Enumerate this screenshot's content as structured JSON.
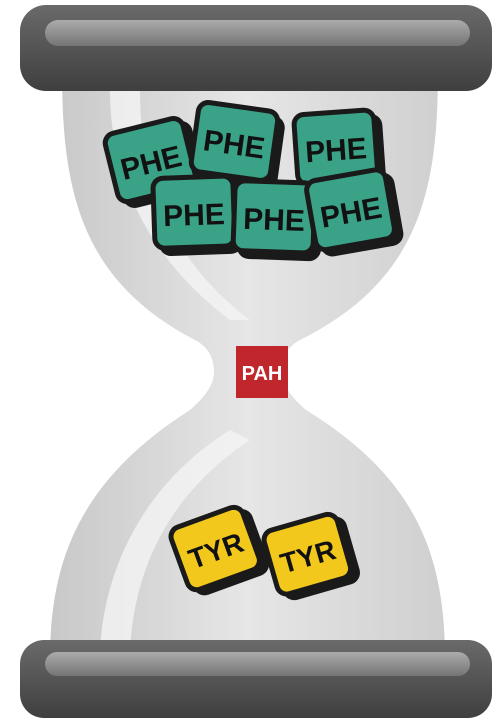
{
  "diagram": {
    "top_blocks": [
      {
        "label": "PHE"
      },
      {
        "label": "PHE"
      },
      {
        "label": "PHE"
      },
      {
        "label": "PHE"
      },
      {
        "label": "PHE"
      },
      {
        "label": "PHE"
      }
    ],
    "enzyme_label": "PAH",
    "bottom_blocks": [
      {
        "label": "TYR"
      },
      {
        "label": "TYR"
      }
    ]
  },
  "colors": {
    "frame": "#555555",
    "glass": "#d6d6d6",
    "phe_block": "#3aa287",
    "tyr_block": "#f2c81c",
    "enzyme": "#c0272d"
  }
}
